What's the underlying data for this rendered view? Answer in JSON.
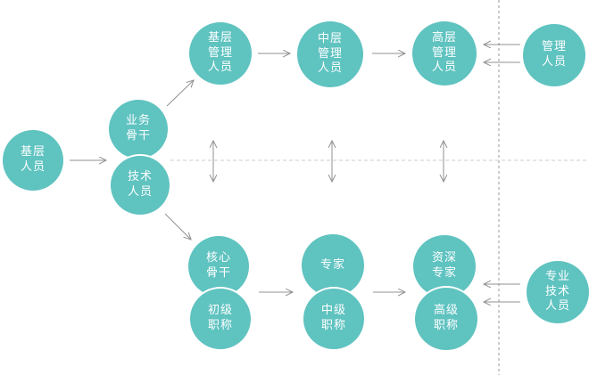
{
  "colors": {
    "node_fill": "#5fc3c0",
    "node_text": "#ffffff",
    "arrow": "#919191",
    "dashed_line": "#cccccc",
    "background": "#ffffff"
  },
  "nodes": {
    "grassroots": {
      "label": "基层\n人员"
    },
    "business_backbone": {
      "label": "业务\n骨干"
    },
    "technical_staff": {
      "label": "技术\n人员"
    },
    "grassroots_manager": {
      "label": "基层\n管理\n人员"
    },
    "middle_manager": {
      "label": "中层\n管理\n人员"
    },
    "senior_manager": {
      "label": "高层\n管理\n人员"
    },
    "manager": {
      "label": "管理\n人员"
    },
    "core_backbone": {
      "label": "核心\n骨干"
    },
    "junior_title": {
      "label": "初级\n职称"
    },
    "expert": {
      "label": "专家"
    },
    "intermediate_title": {
      "label": "中级\n职称"
    },
    "senior_expert": {
      "label": "资深\n专家"
    },
    "senior_title": {
      "label": "高级\n职称"
    },
    "professional_technical": {
      "label": "专业\n技术\n人员"
    }
  },
  "edges": [
    {
      "from": "grassroots",
      "to": "business_backbone/technical_staff",
      "type": "arrow"
    },
    {
      "from": "business_backbone",
      "to": "grassroots_manager",
      "type": "arrow"
    },
    {
      "from": "technical_staff",
      "to": "core_backbone",
      "type": "arrow"
    },
    {
      "from": "grassroots_manager",
      "to": "middle_manager",
      "type": "arrow"
    },
    {
      "from": "middle_manager",
      "to": "senior_manager",
      "type": "arrow"
    },
    {
      "from": "manager",
      "to": "senior_manager",
      "type": "double-parallel-arrows"
    },
    {
      "from": "core_backbone/junior_title",
      "to": "expert/intermediate_title",
      "type": "arrow"
    },
    {
      "from": "expert/intermediate_title",
      "to": "senior_expert/senior_title",
      "type": "arrow"
    },
    {
      "from": "professional_technical",
      "to": "senior_expert/senior_title",
      "type": "double-parallel-arrows"
    },
    {
      "from": "management-track",
      "to": "technical-track",
      "type": "bidirectional-arrows-x3"
    }
  ]
}
